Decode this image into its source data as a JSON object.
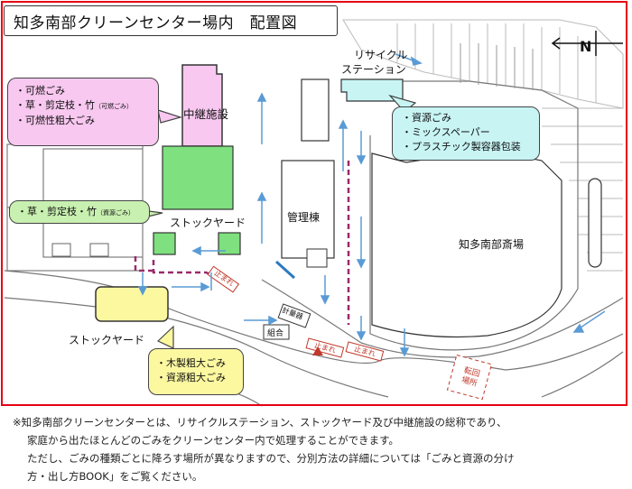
{
  "title": "知多南部クリーンセンター場内　配置図",
  "north_label": "N",
  "labels": {
    "relay_facility": "中継施設",
    "stockyard_upper": "ストックヤード",
    "stockyard_lower": "ストックヤード",
    "admin": "管理棟",
    "crematorium": "知多南部斎場",
    "recycle_station_1": "リサイクル",
    "recycle_station_2": "ステーション",
    "weighing_1": "計量器",
    "weighing_2": "組合",
    "stop_1": "止まれ",
    "stop_2": "止まれ",
    "stop_3": "止まれ",
    "turn_area": "転回場所"
  },
  "bubbles": {
    "pink": [
      "・可燃ごみ",
      "・草・剪定枝・竹",
      "（可燃ごみ）",
      "・可燃性粗大ごみ"
    ],
    "green": [
      "・草・剪定枝・竹",
      "（資源ごみ）"
    ],
    "blue": [
      "・資源ごみ",
      "・ミックスペーパー",
      "・プラスチック製容器包装"
    ],
    "yellow": [
      "・木製粗大ごみ",
      "・資源粗大ごみ"
    ]
  },
  "colors": {
    "frame": "#e60012",
    "pink": "#f8c8f0",
    "green": "#c8f0b0",
    "blue": "#c8f4f4",
    "yellow": "#fcf8a0",
    "arrow": "#5a9bd5",
    "route": "#c0392b"
  },
  "footnote": [
    "※知多南部クリーンセンターとは、リサイクルステーション、ストックヤード及び中継施設の総称であり、",
    "家庭から出たほとんどのごみをクリーンセンター内で処理することができます。",
    "ただし、ごみの種類ごとに降ろす場所が異なりますので、分別方法の詳細については「ごみと資源の分け",
    "方・出し方BOOK」をご覧ください。"
  ]
}
